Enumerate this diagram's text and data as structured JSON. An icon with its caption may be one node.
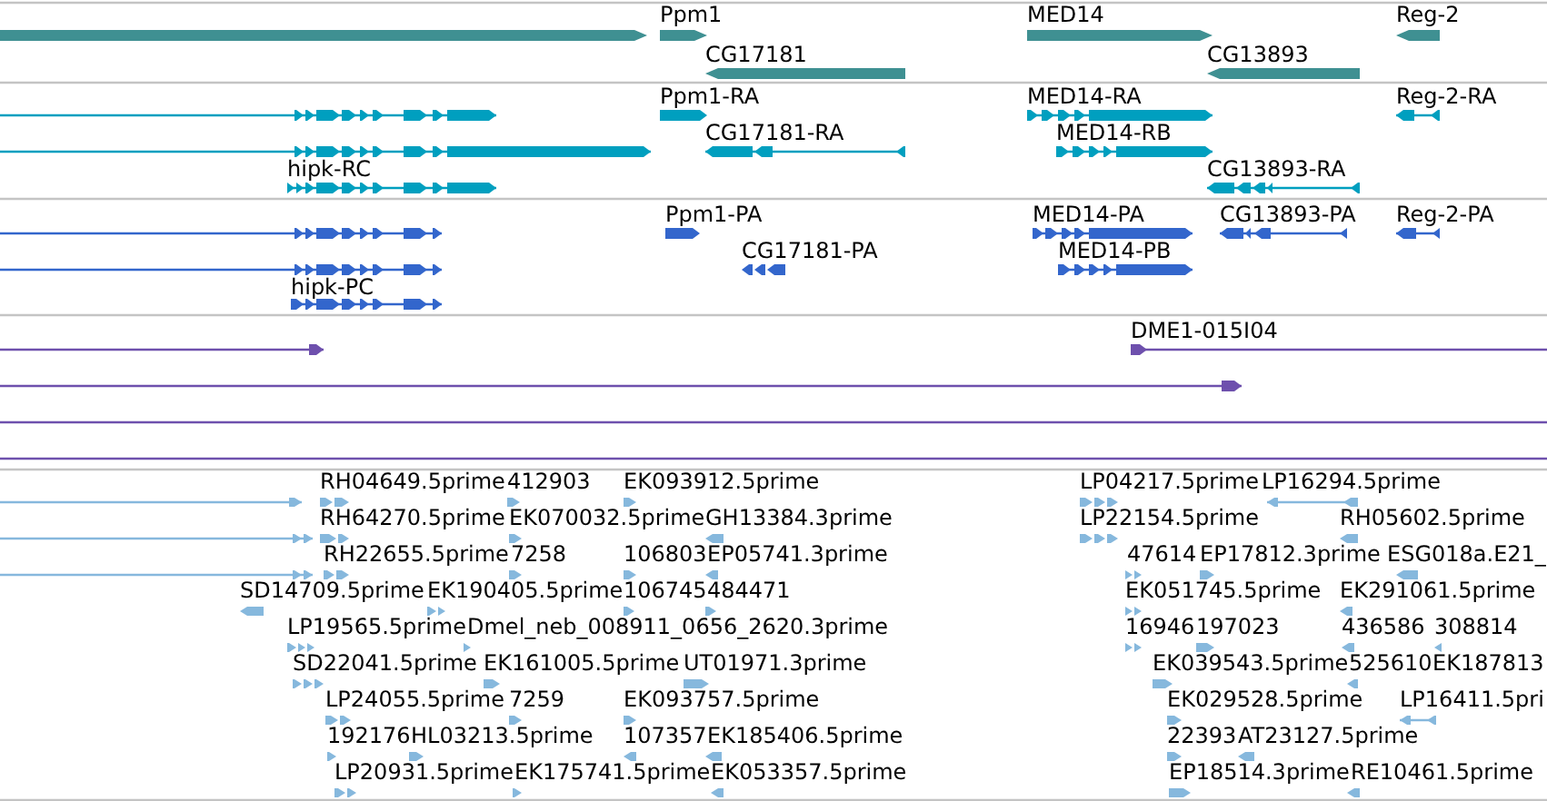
{
  "diagram": {
    "labels": [
      "Ppm1",
      "MED14",
      "Reg-2",
      "CG17181",
      "CG13893",
      "Ppm1-RA",
      "MED14-RA",
      "Reg-2-RA",
      "CG17181-RA",
      "MED14-RB",
      "hipk-RC",
      "CG13893-RA",
      "Ppm1-PA",
      "MED14-PA",
      "CG13893-PA",
      "Reg-2-PA",
      "CG17181-PA",
      "MED14-PB",
      "hipk-PC",
      "DME1-015I04",
      "RH04649.5prime",
      "412903",
      "EK093912.5prime",
      "LP04217.5prime",
      "LP16294.5prime",
      "RH64270.5prime",
      "EK070032.5prime",
      "GH13384.3prime",
      "LP22154.5prime",
      "RH05602.5prime",
      "RH22655.5prime",
      "7258",
      "106803",
      "EP05741.3prime",
      "47614",
      "EP17812.3prime",
      "ESG018a.E21_",
      "SD14709.5prime",
      "EK190405.5prime",
      "106745",
      "484471",
      "EK051745.5prime",
      "EK291061.5prime",
      "LP19565.5prime",
      "Dmel_neb_008911_0656_2620.3prime",
      "16946",
      "197023",
      "436586",
      "308814",
      "SD22041.5prime",
      "EK161005.5prime",
      "UT01971.3prime",
      "EK039543.5prime",
      "525610",
      "EK187813",
      "LP24055.5prime",
      "7259",
      "EK093757.5prime",
      "EK029528.5prime",
      "LP16411.5pri",
      "192176",
      "HL03213.5prime",
      "107357",
      "EK185406.5prime",
      "22393",
      "AT23127.5prime",
      "LP20931.5prime",
      "EK175741.5prime",
      "EK053357.5prime",
      "EP18514.3prime",
      "RE10461.5prime"
    ]
  }
}
